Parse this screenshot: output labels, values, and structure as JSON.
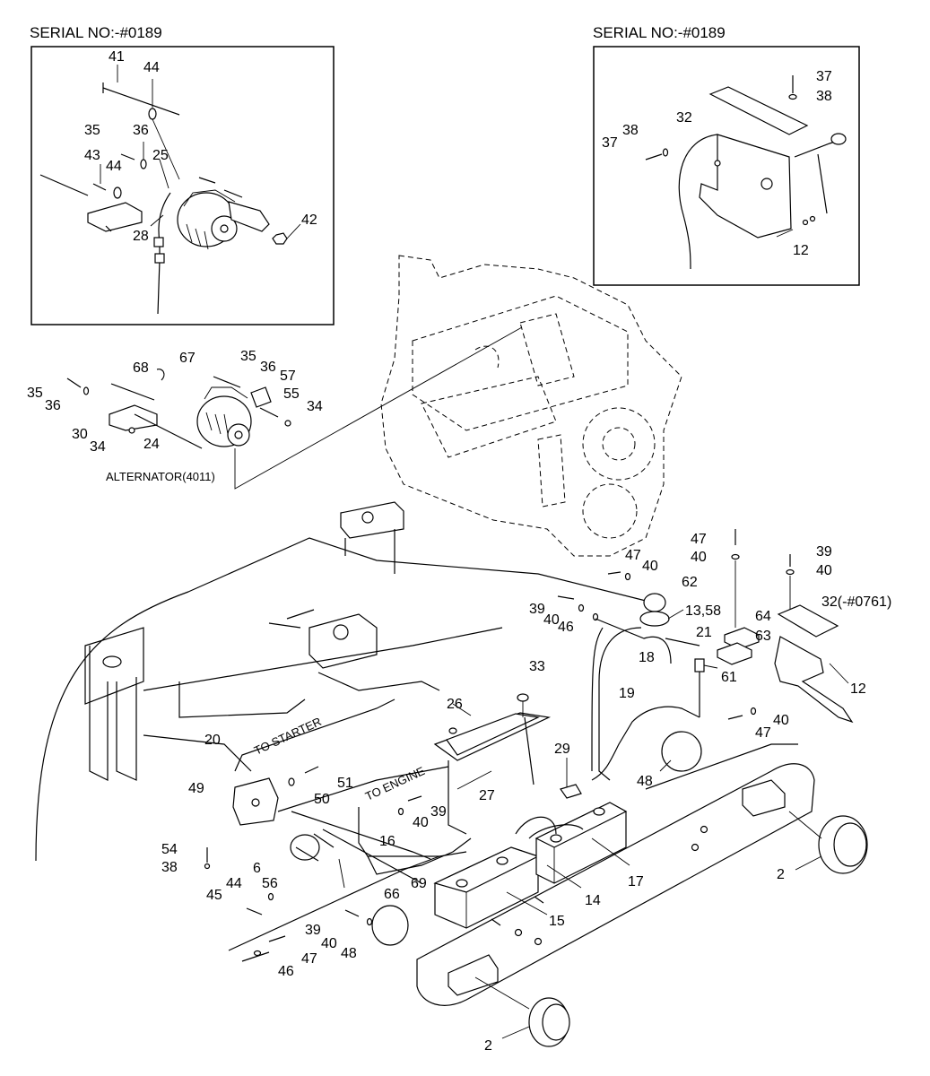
{
  "insets": {
    "left_header": "SERIAL NO:-#0189",
    "right_header": "SERIAL NO:-#0189"
  },
  "annotations": {
    "alternator": "ALTERNATOR(4011)",
    "to_starter": "TO STARTER",
    "to_engine": "TO ENGINE"
  },
  "callouts": {
    "left_inset": [
      "41",
      "44",
      "35",
      "36",
      "43",
      "44",
      "25",
      "28",
      "42"
    ],
    "right_inset": [
      "37",
      "38",
      "32",
      "38",
      "37",
      "12"
    ],
    "alternator_group": [
      "68",
      "67",
      "35",
      "36",
      "57",
      "55",
      "34",
      "35",
      "36",
      "30",
      "34",
      "24"
    ],
    "main": [
      "47",
      "40",
      "47",
      "40",
      "39",
      "40",
      "62",
      "13,58",
      "39",
      "40",
      "46",
      "64",
      "32(-#0761)",
      "21",
      "63",
      "18",
      "61",
      "12",
      "33",
      "26",
      "19",
      "40",
      "47",
      "20",
      "29",
      "48",
      "51",
      "49",
      "50",
      "27",
      "39",
      "40",
      "16",
      "54",
      "38",
      "6",
      "56",
      "17",
      "44",
      "45",
      "66",
      "69",
      "14",
      "2",
      "15",
      "39",
      "40",
      "48",
      "47",
      "46",
      "2"
    ]
  }
}
